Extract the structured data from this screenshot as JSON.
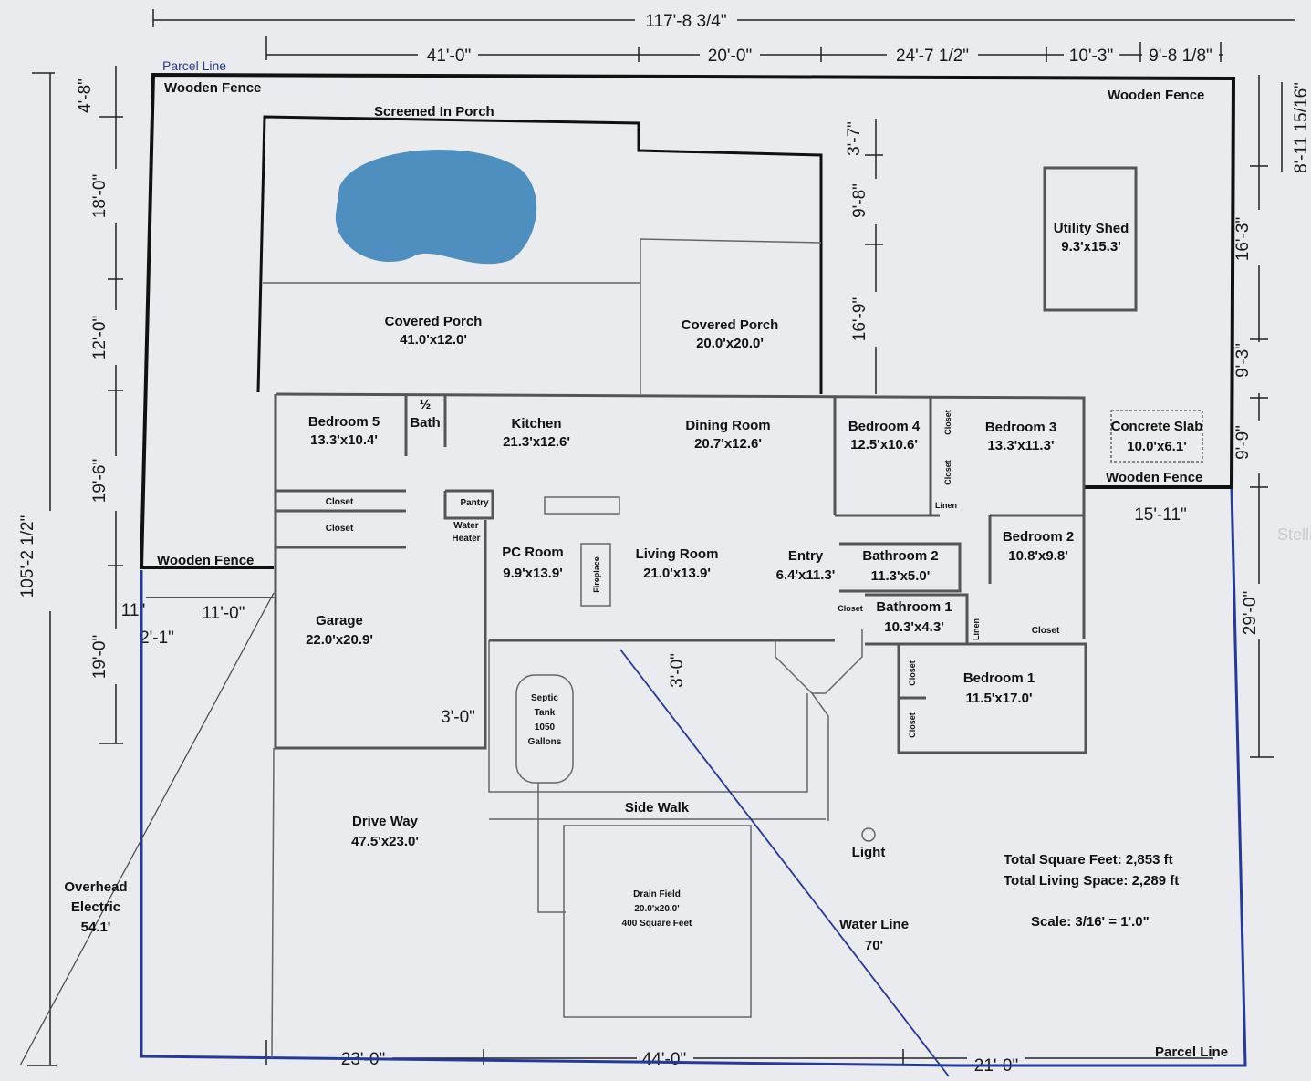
{
  "dimensions": {
    "overall_width": "117'-8 3/4\"",
    "top": [
      "41'-0\"",
      "20'-0\"",
      "24'-7 1/2\"",
      "10'-3\"",
      "9'-8 1/8\""
    ],
    "left_overall": "105'-2 1/2\"",
    "left": [
      "4'-8\"",
      "18'-0\"",
      "12'-0\"",
      "19'-6\"",
      "19'-0\""
    ],
    "right": [
      "8'-11 15/16\"",
      "16'-3\"",
      "9'-3\"",
      "9'-9\"",
      "29'-0\""
    ],
    "porch_right": [
      "3'-7\"",
      "9'-8\"",
      "16'-9\""
    ],
    "fence_left": [
      "11\"",
      "11'-0\"",
      "2'-1\""
    ],
    "fence_right": "15'-11\"",
    "bottom": [
      "23'-0\"",
      "44'-0\"",
      "21'-0\""
    ],
    "misc": [
      "3'-0\"",
      "3'-0\""
    ]
  },
  "boundary": {
    "parcel_line_top": "Parcel Line",
    "parcel_line_bottom": "Parcel Line",
    "fence_top_left": "Wooden Fence",
    "fence_top_right": "Wooden Fence",
    "fence_left": "Wooden Fence",
    "fence_right": "Wooden Fence"
  },
  "rooms": {
    "screened_porch": "Screened In Porch",
    "covered_porch_1": {
      "name": "Covered Porch",
      "size": "41.0'x12.0'"
    },
    "covered_porch_2": {
      "name": "Covered Porch",
      "size": "20.0'x20.0'"
    },
    "utility_shed": {
      "name": "Utility Shed",
      "size": "9.3'x15.3'"
    },
    "bedroom_5": {
      "name": "Bedroom 5",
      "size": "13.3'x10.4'"
    },
    "half_bath": {
      "name": "½",
      "sub": "Bath"
    },
    "kitchen": {
      "name": "Kitchen",
      "size": "21.3'x12.6'"
    },
    "dining_room": {
      "name": "Dining Room",
      "size": "20.7'x12.6'"
    },
    "bedroom_4": {
      "name": "Bedroom 4",
      "size": "12.5'x10.6'"
    },
    "bedroom_3": {
      "name": "Bedroom 3",
      "size": "13.3'x11.3'"
    },
    "concrete_slab": {
      "name": "Concrete Slab",
      "size": "10.0'x6.1'"
    },
    "pantry": "Pantry",
    "water_heater": {
      "line1": "Water",
      "line2": "Heater"
    },
    "pc_room": {
      "name": "PC Room",
      "size": "9.9'x13.9'"
    },
    "fireplace": "Fireplace",
    "living_room": {
      "name": "Living Room",
      "size": "21.0'x13.9'"
    },
    "entry": {
      "name": "Entry",
      "size": "6.4'x11.3'"
    },
    "bathroom_2": {
      "name": "Bathroom 2",
      "size": "11.3'x5.0'"
    },
    "bedroom_2": {
      "name": "Bedroom 2",
      "size": "10.8'x9.8'"
    },
    "bathroom_1": {
      "name": "Bathroom 1",
      "size": "10.3'x4.3'"
    },
    "garage": {
      "name": "Garage",
      "size": "22.0'x20.9'"
    },
    "bedroom_1": {
      "name": "Bedroom 1",
      "size": "11.5'x17.0'"
    },
    "closet": "Closet",
    "linen": "Linen"
  },
  "site": {
    "septic": [
      "Septic",
      "Tank",
      "1050",
      "Gallons"
    ],
    "side_walk": "Side Walk",
    "drive_way": {
      "name": "Drive Way",
      "size": "47.5'x23.0'"
    },
    "drain_field": [
      "Drain Field",
      "20.0'x20.0'",
      "400 Square Feet"
    ],
    "light": "Light",
    "overhead_electric": [
      "Overhead",
      "Electric",
      "54.1'"
    ],
    "water_line": [
      "Water Line",
      "70'"
    ]
  },
  "totals": {
    "total_sqft": "Total Square Feet: 2,853 ft",
    "living_space": "Total Living Space: 2,289 ft",
    "scale": "Scale: 3/16' = 1'.0\""
  },
  "watermark": "Stella",
  "colors": {
    "pool": "#4f8fc0",
    "parcel_line": "#26389a",
    "wall": "#555555"
  }
}
